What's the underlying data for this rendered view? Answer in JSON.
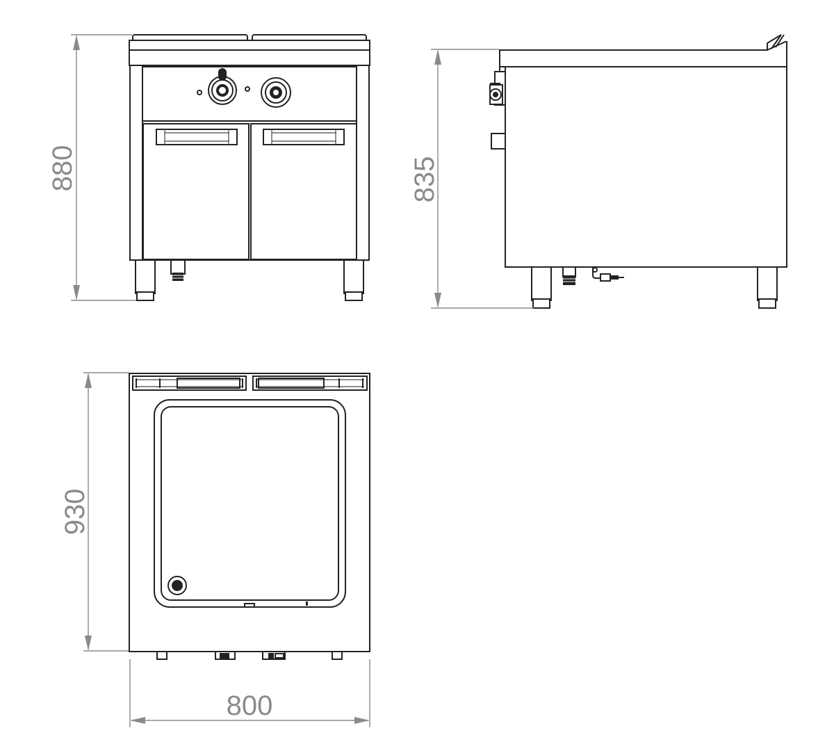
{
  "dimensions": {
    "front_height": "880",
    "side_height": "835",
    "top_depth": "930",
    "top_width": "800"
  },
  "colors": {
    "outline": "#222222",
    "dimension": "#8a8a8a"
  }
}
